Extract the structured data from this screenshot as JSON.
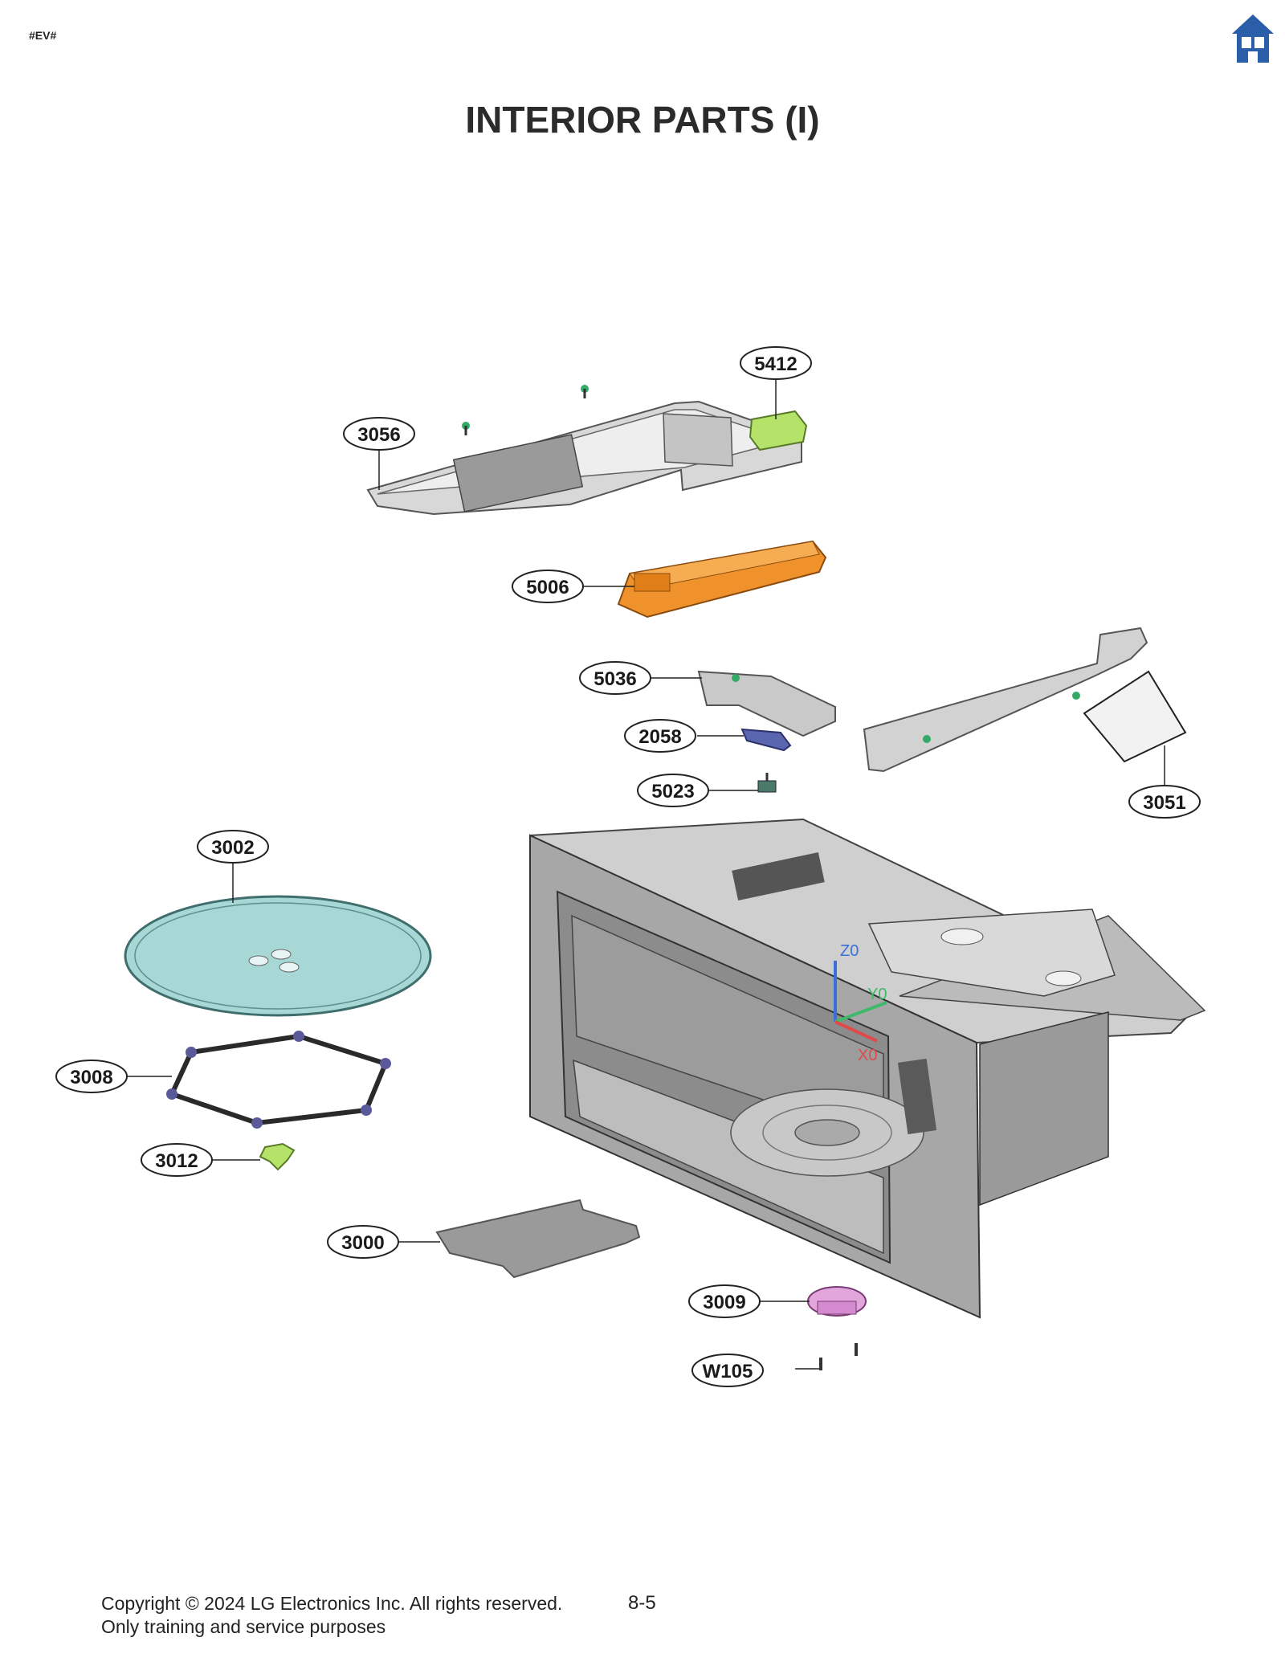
{
  "header": {
    "tag": "#EV#",
    "title": "INTERIOR PARTS (I)"
  },
  "icons": {
    "home": "home-icon"
  },
  "callouts": {
    "c5412": "5412",
    "c3056": "3056",
    "c5006": "5006",
    "c5036": "5036",
    "c2058": "2058",
    "c5023": "5023",
    "c3051": "3051",
    "c3002": "3002",
    "c3008": "3008",
    "c3012": "3012",
    "c3000": "3000",
    "c3009": "3009",
    "cW105": "W105"
  },
  "axes": {
    "z": "Z0",
    "y": "Y0",
    "x": "X0"
  },
  "footer": {
    "copyright": "Copyright © 2024 LG Electronics Inc. All rights reserved.",
    "purpose": "Only training and service purposes",
    "page": "8-5"
  },
  "colors": {
    "accent_home": "#2a5ea8",
    "orange_part": "#f0922b",
    "glass_tray": "#a8d8d6",
    "yellow_part": "#b5e36a",
    "pink_motor": "#e2a6dc",
    "blue_part": "#5a66b0",
    "sheet_gray": "#9a9a9a"
  }
}
